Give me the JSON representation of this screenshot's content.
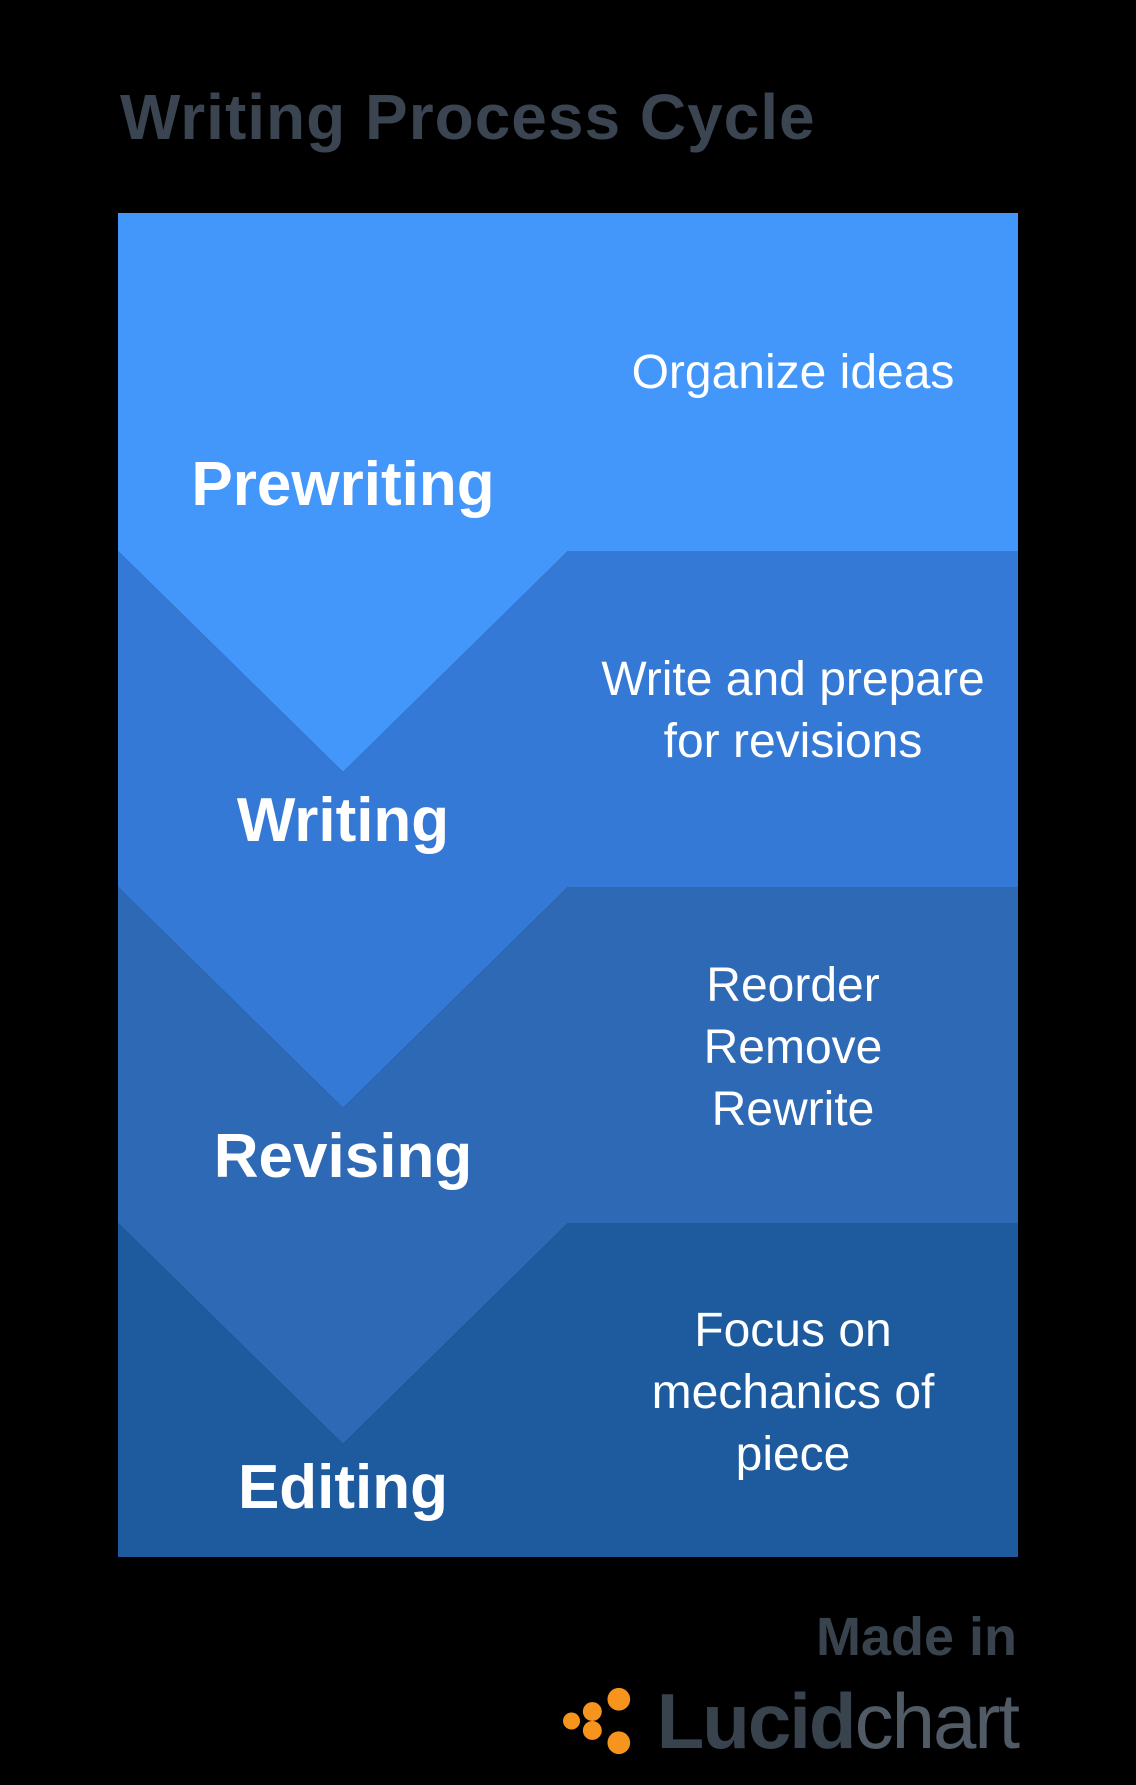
{
  "title": "Writing Process Cycle",
  "colors": {
    "background": "#000000",
    "title_text": "#3A4551",
    "stage_label_text": "#FFFFFF",
    "note_text": "#FFFFFF",
    "made_in_text": "#39434E",
    "brand_lucid_text": "#39434E",
    "brand_chart_text": "#515B65",
    "brand_accent_orange": "#F7941E"
  },
  "diagram_type": "chevron-process-list",
  "stages": [
    {
      "label": "Prewriting",
      "color": "#4397FA",
      "note_lines": [
        "Organize ideas"
      ]
    },
    {
      "label": "Writing",
      "color": "#3579D7",
      "note_lines": [
        "Write and prepare",
        "for revisions"
      ]
    },
    {
      "label": "Revising",
      "color": "#2D69B4",
      "note_lines": [
        "Reorder",
        "Remove",
        "Rewrite"
      ]
    },
    {
      "label": "Editing",
      "color": "#1D5A9E",
      "note_lines": [
        "Focus on",
        "mechanics of",
        "piece"
      ]
    }
  ],
  "footer": {
    "made_in": "Made in",
    "brand_bold": "Lucid",
    "brand_regular": "chart"
  }
}
